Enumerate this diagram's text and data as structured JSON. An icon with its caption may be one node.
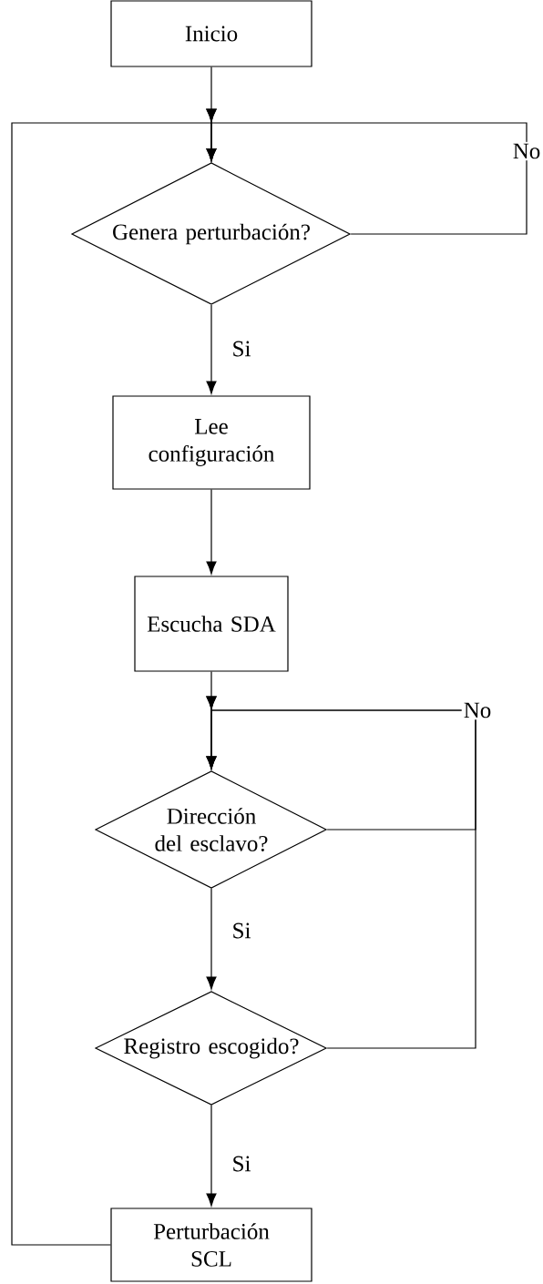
{
  "diagram": {
    "nodes": [
      {
        "text": [
          "Inicio"
        ]
      },
      {
        "text": [
          "Genera perturbación?"
        ]
      },
      {
        "text": [
          "Lee configuración"
        ]
      },
      {
        "text": [
          "Escucha SDA"
        ]
      },
      {
        "text": [
          "Dirección del esclavo?"
        ]
      },
      {
        "text": [
          "Registro escogido?"
        ]
      },
      {
        "text": [
          "Perturbación SCL"
        ]
      }
    ],
    "edges": [
      {
        "from": 0,
        "to": 1,
        "arrow": "to"
      },
      {
        "from": 1,
        "to": 1,
        "arrow": "to",
        "label": "No"
      },
      {
        "from": 1,
        "to": 2,
        "arrow": "to",
        "label": "Si"
      },
      {
        "from": 2,
        "to": 3,
        "arrow": "to"
      },
      {
        "from": 3,
        "to": 4,
        "arrow": "to"
      },
      {
        "from": 4,
        "to": 4,
        "arrow": "to",
        "label": "No"
      },
      {
        "from": 5,
        "to": 4,
        "arrow": "to"
      },
      {
        "from": 4,
        "to": 5,
        "arrow": "to",
        "label": "Si"
      },
      {
        "from": 5,
        "to": 6,
        "arrow": "to",
        "label": "Si"
      },
      {
        "from": 6,
        "to": 1,
        "arrow": "to"
      }
    ]
  }
}
